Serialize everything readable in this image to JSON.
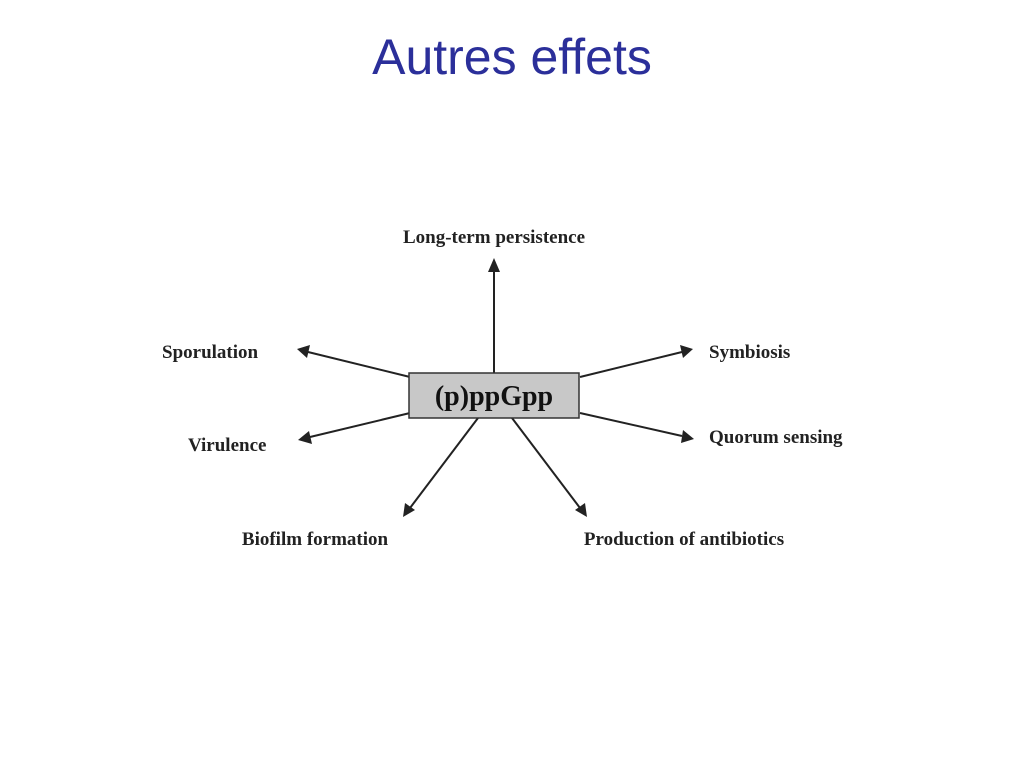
{
  "slide": {
    "title": "Autres effets"
  },
  "diagram": {
    "center": "(p)ppGpp",
    "nodes": {
      "long_term_persistence": "Long-term persistence",
      "sporulation": "Sporulation",
      "symbiosis": "Symbiosis",
      "virulence": "Virulence",
      "quorum_sensing": "Quorum sensing",
      "biofilm_formation": "Biofilm formation",
      "production_of_antibiotics": "Production of antibiotics"
    }
  },
  "colors": {
    "title": "#2b2f9a",
    "center_box_fill": "#c8c8c8",
    "line": "#222222"
  }
}
